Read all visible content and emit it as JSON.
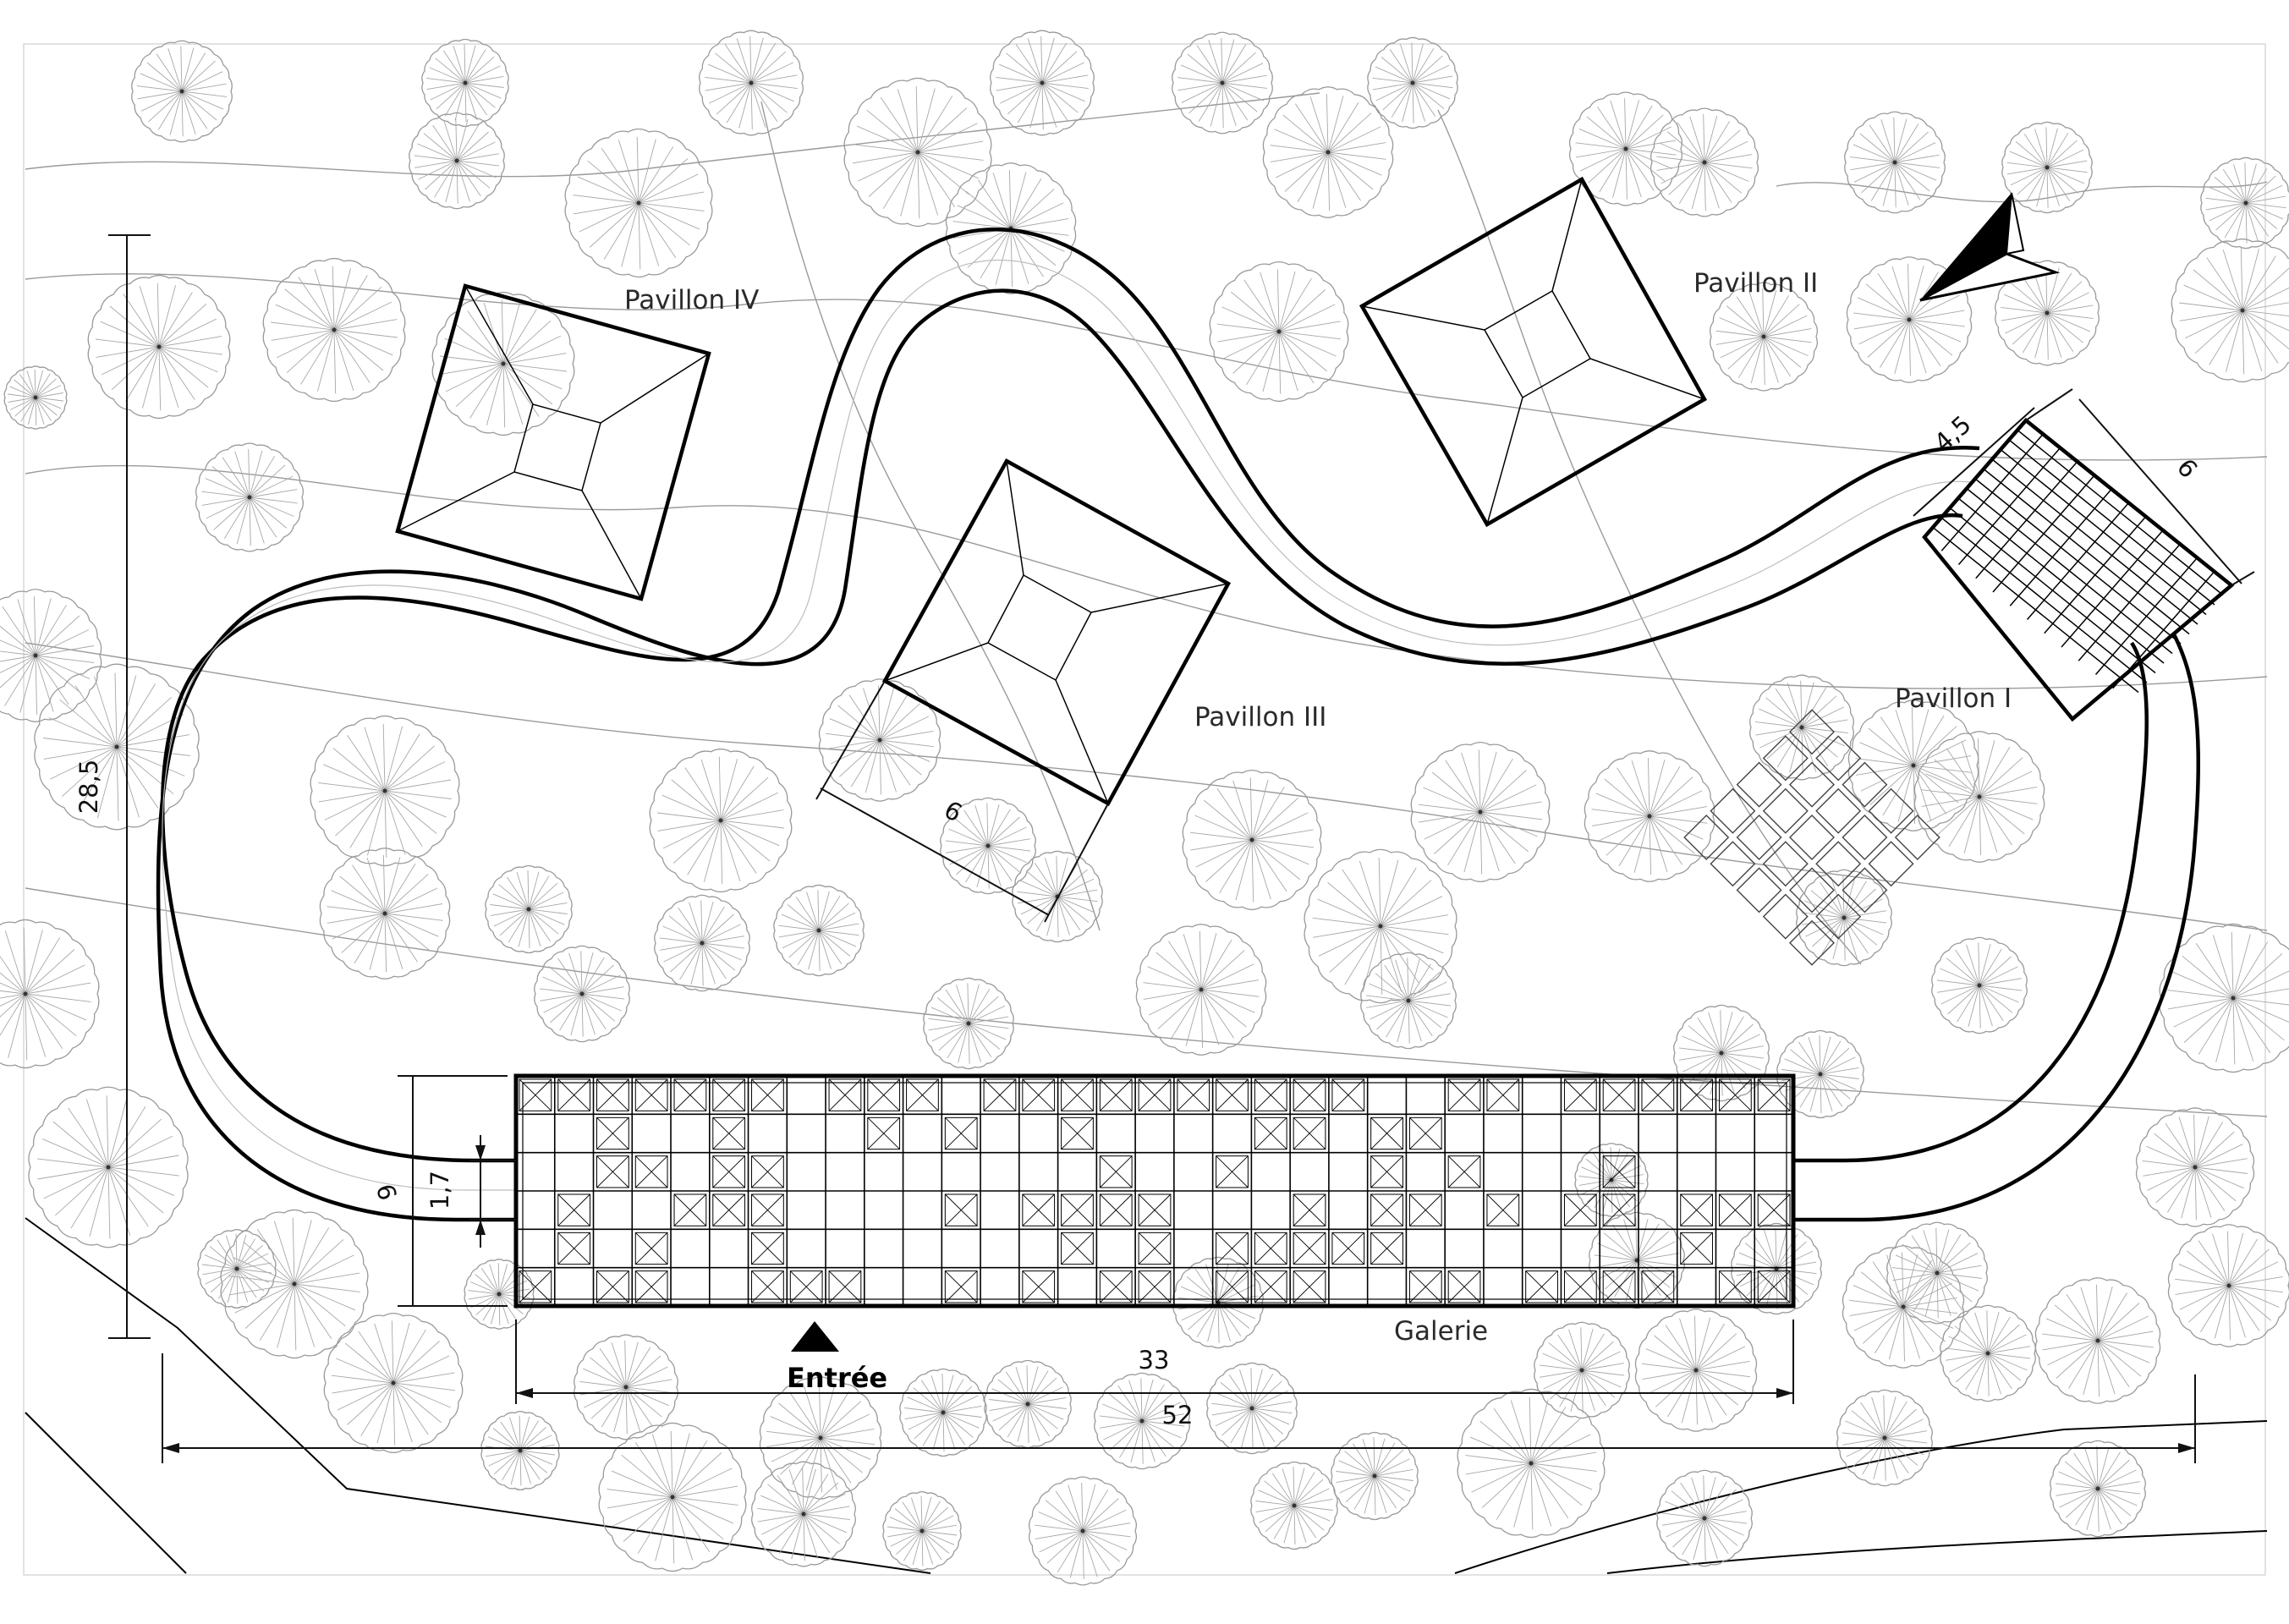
{
  "labels": {
    "pavillon_1": "Pavillon I",
    "pavillon_2": "Pavillon II",
    "pavillon_3": "Pavillon III",
    "pavillon_4": "Pavillon IV",
    "galerie": "Galerie",
    "entree": "Entrée"
  },
  "dimensions": {
    "total_width": "52",
    "gallery_width": "33",
    "total_height": "28,5",
    "pavillon_iii_side": "6",
    "pavillon_i_side": "6",
    "path_width_top": "4,5",
    "gallery_depth": "6",
    "path_width_left": "1,7"
  },
  "colors": {
    "line": "#000000",
    "tree": "#9a9a9a",
    "background": "#ffffff"
  },
  "icons": {
    "north": "north-arrow-icon",
    "entrance": "entrance-triangle-icon"
  }
}
